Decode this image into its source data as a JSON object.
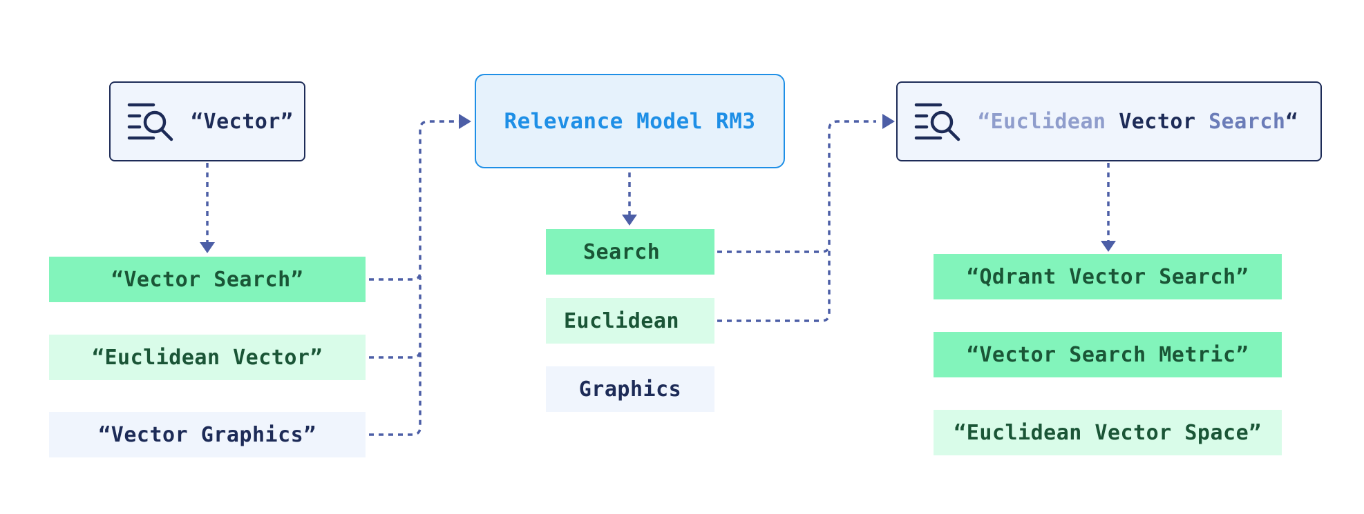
{
  "colors": {
    "connector": "#4c5ea6",
    "query_border": "#1d2b57",
    "query_fill": "#f0f5fd",
    "model_border": "#1e8fe6",
    "model_fill": "#e6f2fc",
    "strong_fill": "#82f4bb",
    "mild_fill": "#d9fce9",
    "faint_fill": "#f0f5fd"
  },
  "initial_query": {
    "icon": "search-list-icon",
    "text": "“Vector”"
  },
  "candidate_queries": [
    {
      "text": "“Vector Search”",
      "relevance": "high"
    },
    {
      "text": "“Euclidean Vector”",
      "relevance": "medium"
    },
    {
      "text": "“Vector Graphics”",
      "relevance": "low"
    }
  ],
  "model": {
    "label": "Relevance Model RM3"
  },
  "expansion_terms": [
    {
      "text": "Search",
      "relevance": "high"
    },
    {
      "text": "Euclidean",
      "relevance": "medium"
    },
    {
      "text": "Graphics",
      "relevance": "low"
    }
  ],
  "expanded_query": {
    "icon": "search-list-icon",
    "open_quote": "“",
    "term_1": "Euclidean",
    "term_2": "Vector",
    "term_3": "Search",
    "close_quote": "“"
  },
  "results": [
    {
      "text": "“Qdrant Vector Search”",
      "relevance": "high"
    },
    {
      "text": "“Vector Search Metric”",
      "relevance": "high"
    },
    {
      "text": "“Euclidean Vector Space”",
      "relevance": "medium"
    }
  ]
}
